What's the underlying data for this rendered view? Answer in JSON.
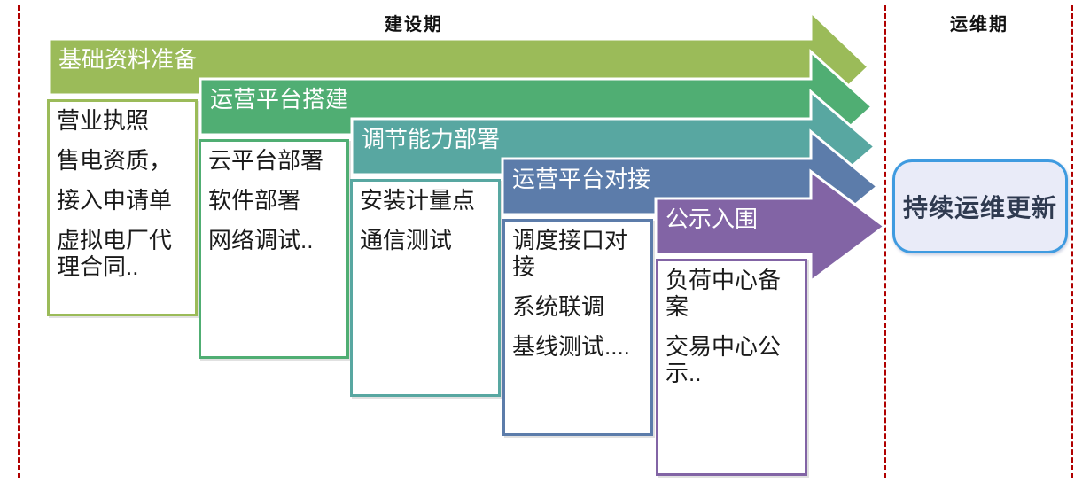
{
  "phase_titles": {
    "construction": "建设期",
    "operation": "运维期"
  },
  "divider_color": "#B00000",
  "steps": [
    {
      "label": "基础资料准备",
      "color": "#9BBB59",
      "items": [
        "营业执照",
        "售电资质，",
        "接入申请单",
        "虚拟电厂代\n理合同.."
      ]
    },
    {
      "label": "运营平台搭建",
      "color": "#50AE73",
      "items": [
        "云平台部署",
        "软件部署",
        "网络调试.."
      ]
    },
    {
      "label": "调节能力部署",
      "color": "#58A7A1",
      "items": [
        "安装计量点",
        "通信测试"
      ]
    },
    {
      "label": "运营平台对接",
      "color": "#5C7CAA",
      "items": [
        "调度接口对\n接",
        "系统联调",
        "基线测试...."
      ]
    },
    {
      "label": "公示入围",
      "color": "#8264A5",
      "items": [
        "负荷中心备\n案",
        "交易中心公\n示.."
      ]
    }
  ],
  "maintenance": {
    "label": "持续运维更新",
    "fill": "#E9EBF8",
    "border_color": "#3F9BE0"
  }
}
